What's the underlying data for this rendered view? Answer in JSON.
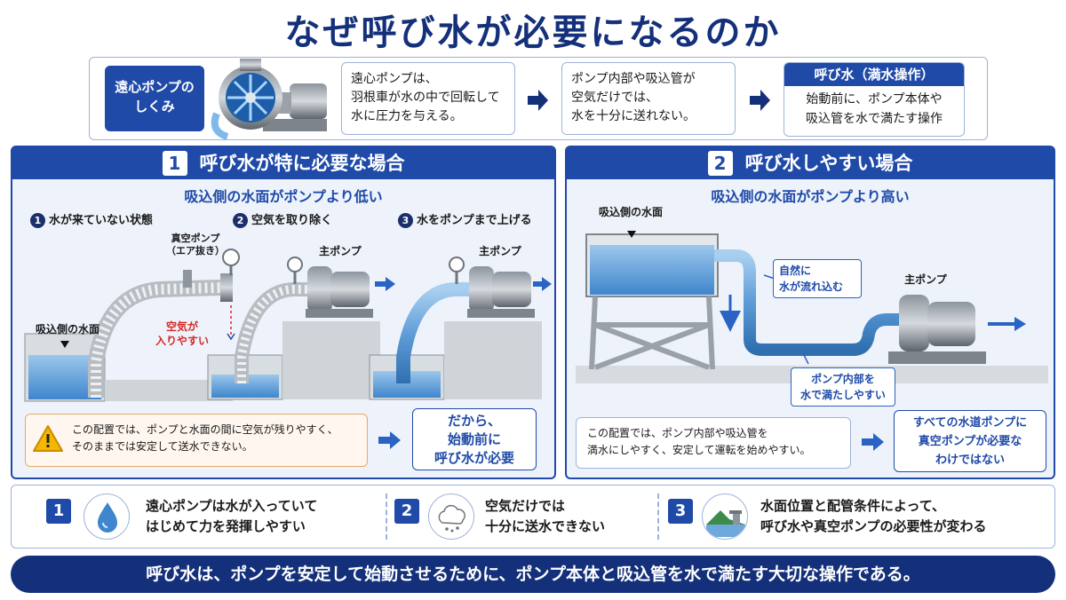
{
  "title": "なぜ呼び水が必要になるのか",
  "top": {
    "pill_line1": "遠心ポンプの",
    "pill_line2": "しくみ",
    "box1_l1": "遠心ポンプは、",
    "box1_l2": "羽根車が水の中で回転して",
    "box1_l3": "水に圧力を与える。",
    "box2_l1": "ポンプ内部や吸込管が",
    "box2_l2": "空気だけでは、",
    "box2_l3": "水を十分に送れない。",
    "box3_title": "呼び水（満水操作）",
    "box3_l1": "始動前に、ポンプ本体や",
    "box3_l2": "吸込管を水で満たす操作"
  },
  "left": {
    "num": "1",
    "heading": "呼び水が特に必要な場合",
    "subheading": "吸込側の水面がポンプより低い",
    "step1_num": "1",
    "step1": "水が来ていない状態",
    "step2_num": "2",
    "step2": "空気を取り除く",
    "step3_num": "3",
    "step3": "水をポンプまで上げる",
    "vacuum_l1": "真空ポンプ",
    "vacuum_l2": "（エア抜き）",
    "water_surface": "吸込側の水面",
    "air_l1": "空気が",
    "air_l2": "入りやすい",
    "main_pump_a": "主ポンプ",
    "main_pump_b": "主ポンプ",
    "note_l1": "この配置では、ポンプと水面の間に空気が残りやすく、",
    "note_l2": "そのままでは安定して送水できない。",
    "callout_l1": "だから、",
    "callout_l2": "始動前に",
    "callout_l3": "呼び水が必要"
  },
  "right": {
    "num": "2",
    "heading": "呼び水しやすい場合",
    "subheading": "吸込側の水面がポンプより高い",
    "water_surface": "吸込側の水面",
    "flow_l1": "自然に",
    "flow_l2": "水が流れ込む",
    "main_pump": "主ポンプ",
    "fill_l1": "ポンプ内部を",
    "fill_l2": "水で満たしやすい",
    "note_l1": "この配置では、ポンプ内部や吸込管を",
    "note_l2": "満水にしやすく、安定して運転を始めやすい。",
    "callout_l1": "すべての水道ポンプに",
    "callout_l2": "真空ポンプが必要な",
    "callout_l3": "わけではない"
  },
  "points": [
    {
      "num": "1",
      "l1": "遠心ポンプは水が入っていて",
      "l2": "はじめて力を発揮しやすい",
      "icon": "water-drop-icon"
    },
    {
      "num": "2",
      "l1": "空気だけでは",
      "l2": "十分に送水できない",
      "icon": "air-cloud-icon"
    },
    {
      "num": "3",
      "l1": "水面位置と配管条件によって、",
      "l2": "呼び水や真空ポンプの必要性が変わる",
      "icon": "terrain-pump-icon"
    }
  ],
  "footer": "呼び水は、ポンプを安定して始動させるために、ポンプ本体と吸込管を水で満たす大切な操作である。",
  "colors": {
    "navy": "#14307a",
    "blue": "#1f4aa8",
    "water": "#6fa8dc",
    "red": "#d62828"
  }
}
